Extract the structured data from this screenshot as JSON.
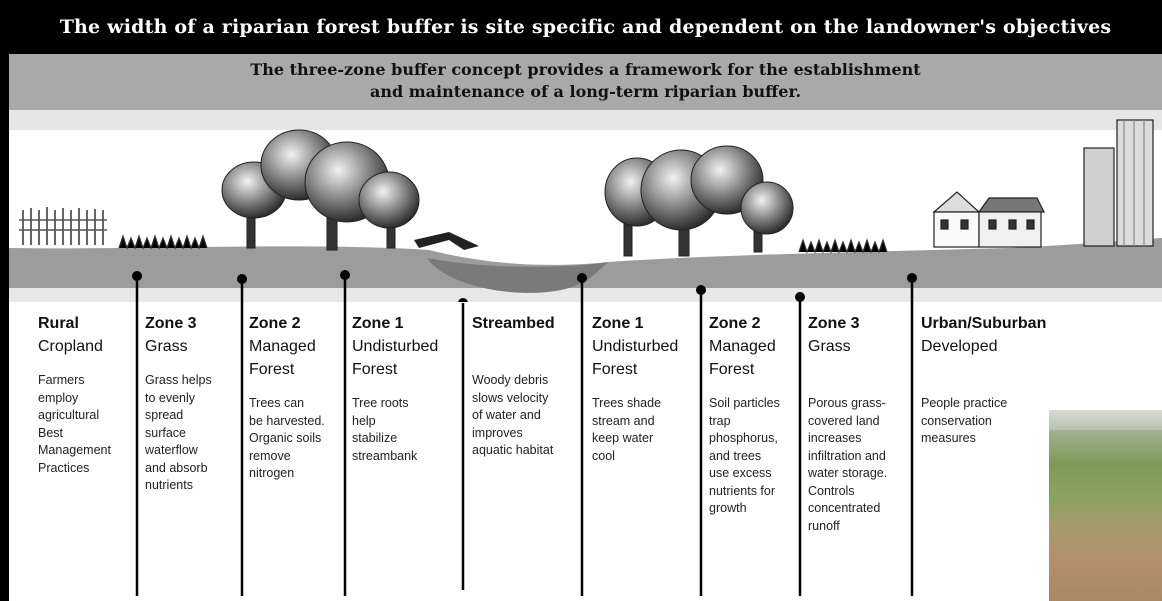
{
  "header": {
    "title": "The width of a riparian forest buffer is site specific and dependent on the landowner's objectives",
    "subtitle_line1": "The three-zone buffer concept provides a framework for the establishment",
    "subtitle_line2": "and maintenance of a long-term riparian buffer."
  },
  "zones": [
    {
      "name": "Rural",
      "line2": "Cropland",
      "line3": "",
      "desc": [
        "Farmers",
        "employ",
        "agricultural",
        "Best",
        "Management",
        "Practices"
      ]
    },
    {
      "name": "Zone 3",
      "line2": "Grass",
      "line3": "",
      "desc": [
        "Grass helps",
        "to evenly",
        "spread",
        "surface",
        "waterflow",
        "and absorb",
        "nutrients"
      ]
    },
    {
      "name": "Zone 2",
      "line2": "Managed",
      "line3": "Forest",
      "desc": [
        "Trees can",
        "be harvested.",
        "Organic soils",
        "remove",
        "nitrogen"
      ]
    },
    {
      "name": "Zone 1",
      "line2": "Undisturbed",
      "line3": "Forest",
      "desc": [
        "Tree roots",
        "help",
        "stabilize",
        "streambank"
      ]
    },
    {
      "name": "Streambed",
      "line2": "",
      "line3": "",
      "desc": [
        "Woody debris",
        "slows velocity",
        "of water and",
        "improves",
        "aquatic habitat"
      ]
    },
    {
      "name": "Zone 1",
      "line2": "Undisturbed",
      "line3": "Forest",
      "desc": [
        "Trees shade",
        "stream and",
        "keep water",
        "cool"
      ]
    },
    {
      "name": "Zone 2",
      "line2": "Managed",
      "line3": "Forest",
      "desc": [
        "Soil particles",
        "trap",
        "phosphorus,",
        "and trees",
        "use excess",
        "nutrients for",
        "growth"
      ]
    },
    {
      "name": "Zone 3",
      "line2": "Grass",
      "line3": "",
      "desc": [
        "Porous grass-",
        "covered land",
        "increases",
        "infiltration and",
        "water storage.",
        "Controls",
        "concentrated",
        "runoff"
      ]
    },
    {
      "name": "Urban/Suburban",
      "line2": "Developed",
      "line3": "",
      "desc": [
        "People practice",
        "conservation",
        "measures"
      ]
    }
  ],
  "colors": {
    "title_bg": "#000000",
    "subtitle_bg": "#a9a9a9",
    "ground": "#9a9a9a",
    "tree_dark": "#3a3a3a",
    "tree_light": "#d0d0d0"
  }
}
